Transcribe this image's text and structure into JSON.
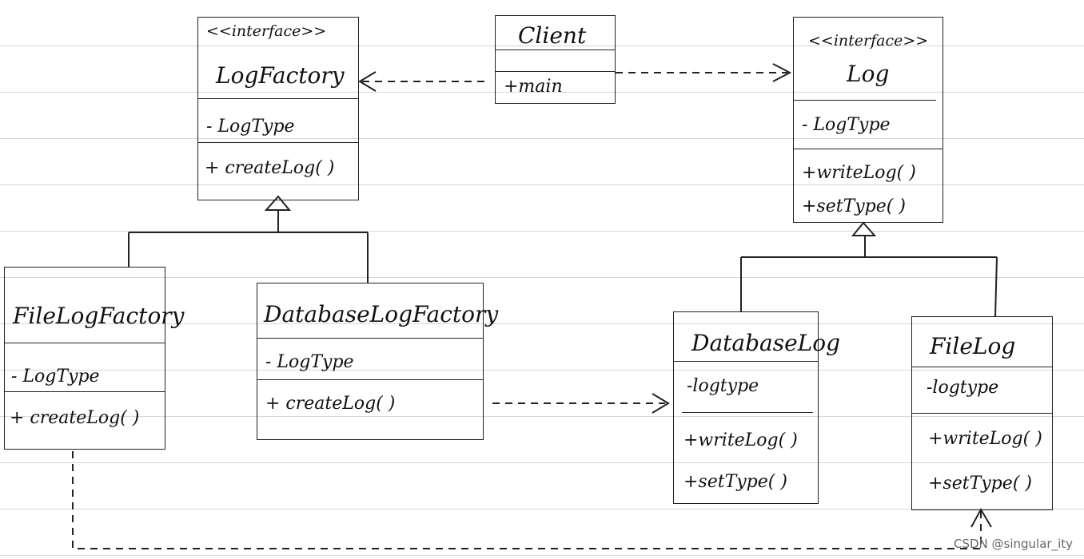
{
  "classes": {
    "log_factory": {
      "stereotype": "<<interface>>",
      "name": "LogFactory",
      "attribute": "- LogType",
      "method": "+ createLog( )"
    },
    "client": {
      "name": "Client",
      "method": "+main"
    },
    "log": {
      "stereotype": "<<interface>>",
      "name": "Log",
      "attribute": "- LogType",
      "method_1": "+writeLog( )",
      "method_2": "+setType( )"
    },
    "file_log_factory": {
      "name": "FileLogFactory",
      "attribute": "- LogType",
      "method": "+ createLog( )"
    },
    "database_log_factory": {
      "name": "DatabaseLogFactory",
      "attribute": "- LogType",
      "method": "+ createLog( )"
    },
    "database_log": {
      "name": "DatabaseLog",
      "attribute": "-logtype",
      "method_1": "+writeLog( )",
      "method_2": "+setType( )"
    },
    "file_log": {
      "name": "FileLog",
      "attribute": "-logtype",
      "method_1": "+writeLog( )",
      "method_2": "+setType( )"
    }
  },
  "watermark": "CSDN @singular_ity",
  "colors": {
    "ink": "#222222",
    "paper": "#ffffff",
    "rule": "#d6d6d6"
  }
}
